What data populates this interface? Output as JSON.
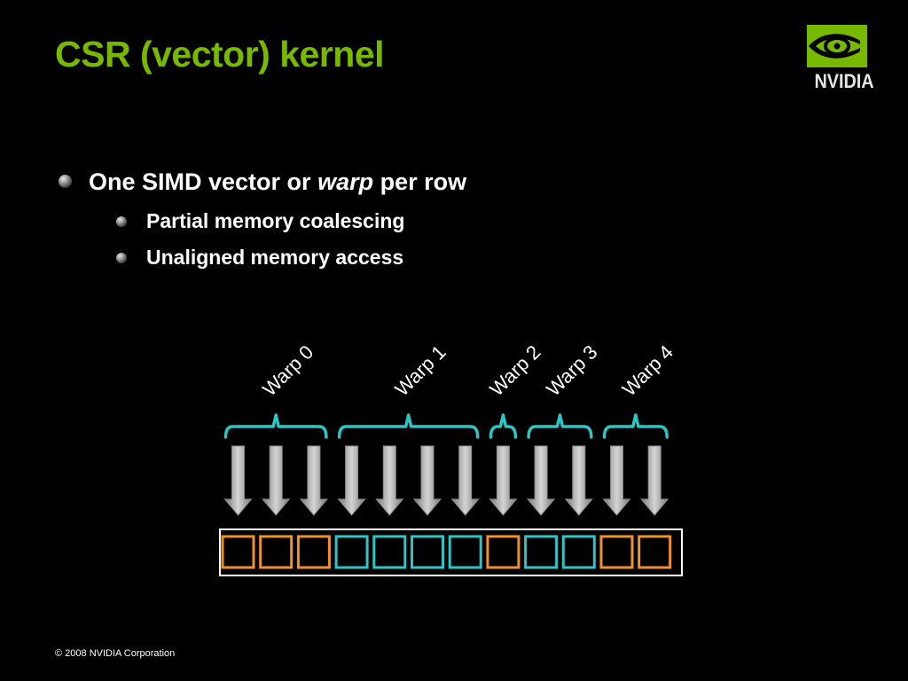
{
  "slide": {
    "title": "CSR (vector) kernel",
    "logo_text": "NVIDIA",
    "footer": "© 2008 NVIDIA Corporation"
  },
  "bullets": {
    "main": {
      "text_before": "One SIMD vector or ",
      "text_italic": "warp",
      "text_after": " per row"
    },
    "sub": [
      "Partial memory coalescing",
      "Unaligned memory access"
    ]
  },
  "diagram": {
    "warps": [
      {
        "label": "Warp 0",
        "cells": 3,
        "color": "#f0902a"
      },
      {
        "label": "Warp 1",
        "cells": 4,
        "color": "#2ec4c4"
      },
      {
        "label": "Warp 2",
        "cells": 1,
        "color": "#f0902a"
      },
      {
        "label": "Warp 3",
        "cells": 2,
        "color": "#2ec4c4"
      },
      {
        "label": "Warp 4",
        "cells": 2,
        "color": "#f0902a"
      }
    ]
  },
  "colors": {
    "title": "#76b900",
    "bracket": "#2ec4c4",
    "orange": "#f0902a",
    "arrow": "#b5b5b5",
    "background": "#000000"
  }
}
